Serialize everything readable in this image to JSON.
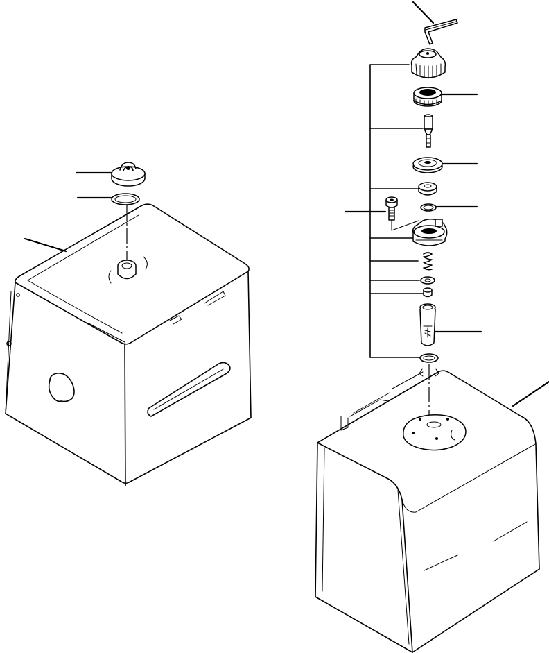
{
  "diagram": {
    "type": "exploded-parts-view",
    "callout_labels": [],
    "groups": [
      {
        "name": "tank-left",
        "parts": [
          "cap",
          "seal-ring",
          "tank-body",
          "filler-neck"
        ]
      },
      {
        "name": "tank-right",
        "parts": [
          "hex-wrench",
          "cap",
          "bearing",
          "shaft",
          "plate",
          "nut",
          "o-ring",
          "bolt",
          "filler-housing",
          "spring",
          "washer",
          "small-nut",
          "strainer",
          "gasket",
          "tank-body"
        ]
      }
    ],
    "colors": {
      "line": "#000000",
      "background": "#ffffff"
    }
  }
}
